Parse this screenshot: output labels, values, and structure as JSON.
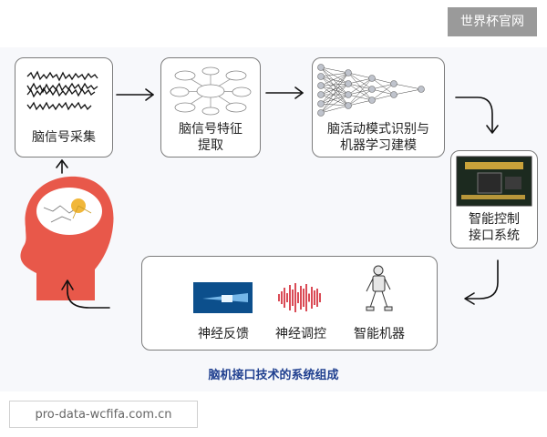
{
  "watermark_top": "世界杯官网",
  "watermark_bottom": "pro-data-wcfifa.com.cn",
  "steps": {
    "signal_acquisition": "脑信号采集",
    "feature_extraction": [
      "脑信号特征",
      "提取"
    ],
    "pattern_recognition": [
      "脑活动模式识别与",
      "机器学习建模"
    ],
    "control_interface": [
      "智能控制",
      "接口系统"
    ]
  },
  "outputs": [
    "神经反馈",
    "神经调控",
    "智能机器"
  ],
  "caption": "脑机接口技术的系统组成",
  "colors": {
    "caption": "#1f3f8f",
    "head": "#e8584a",
    "box_border": "#7c7c7c"
  }
}
